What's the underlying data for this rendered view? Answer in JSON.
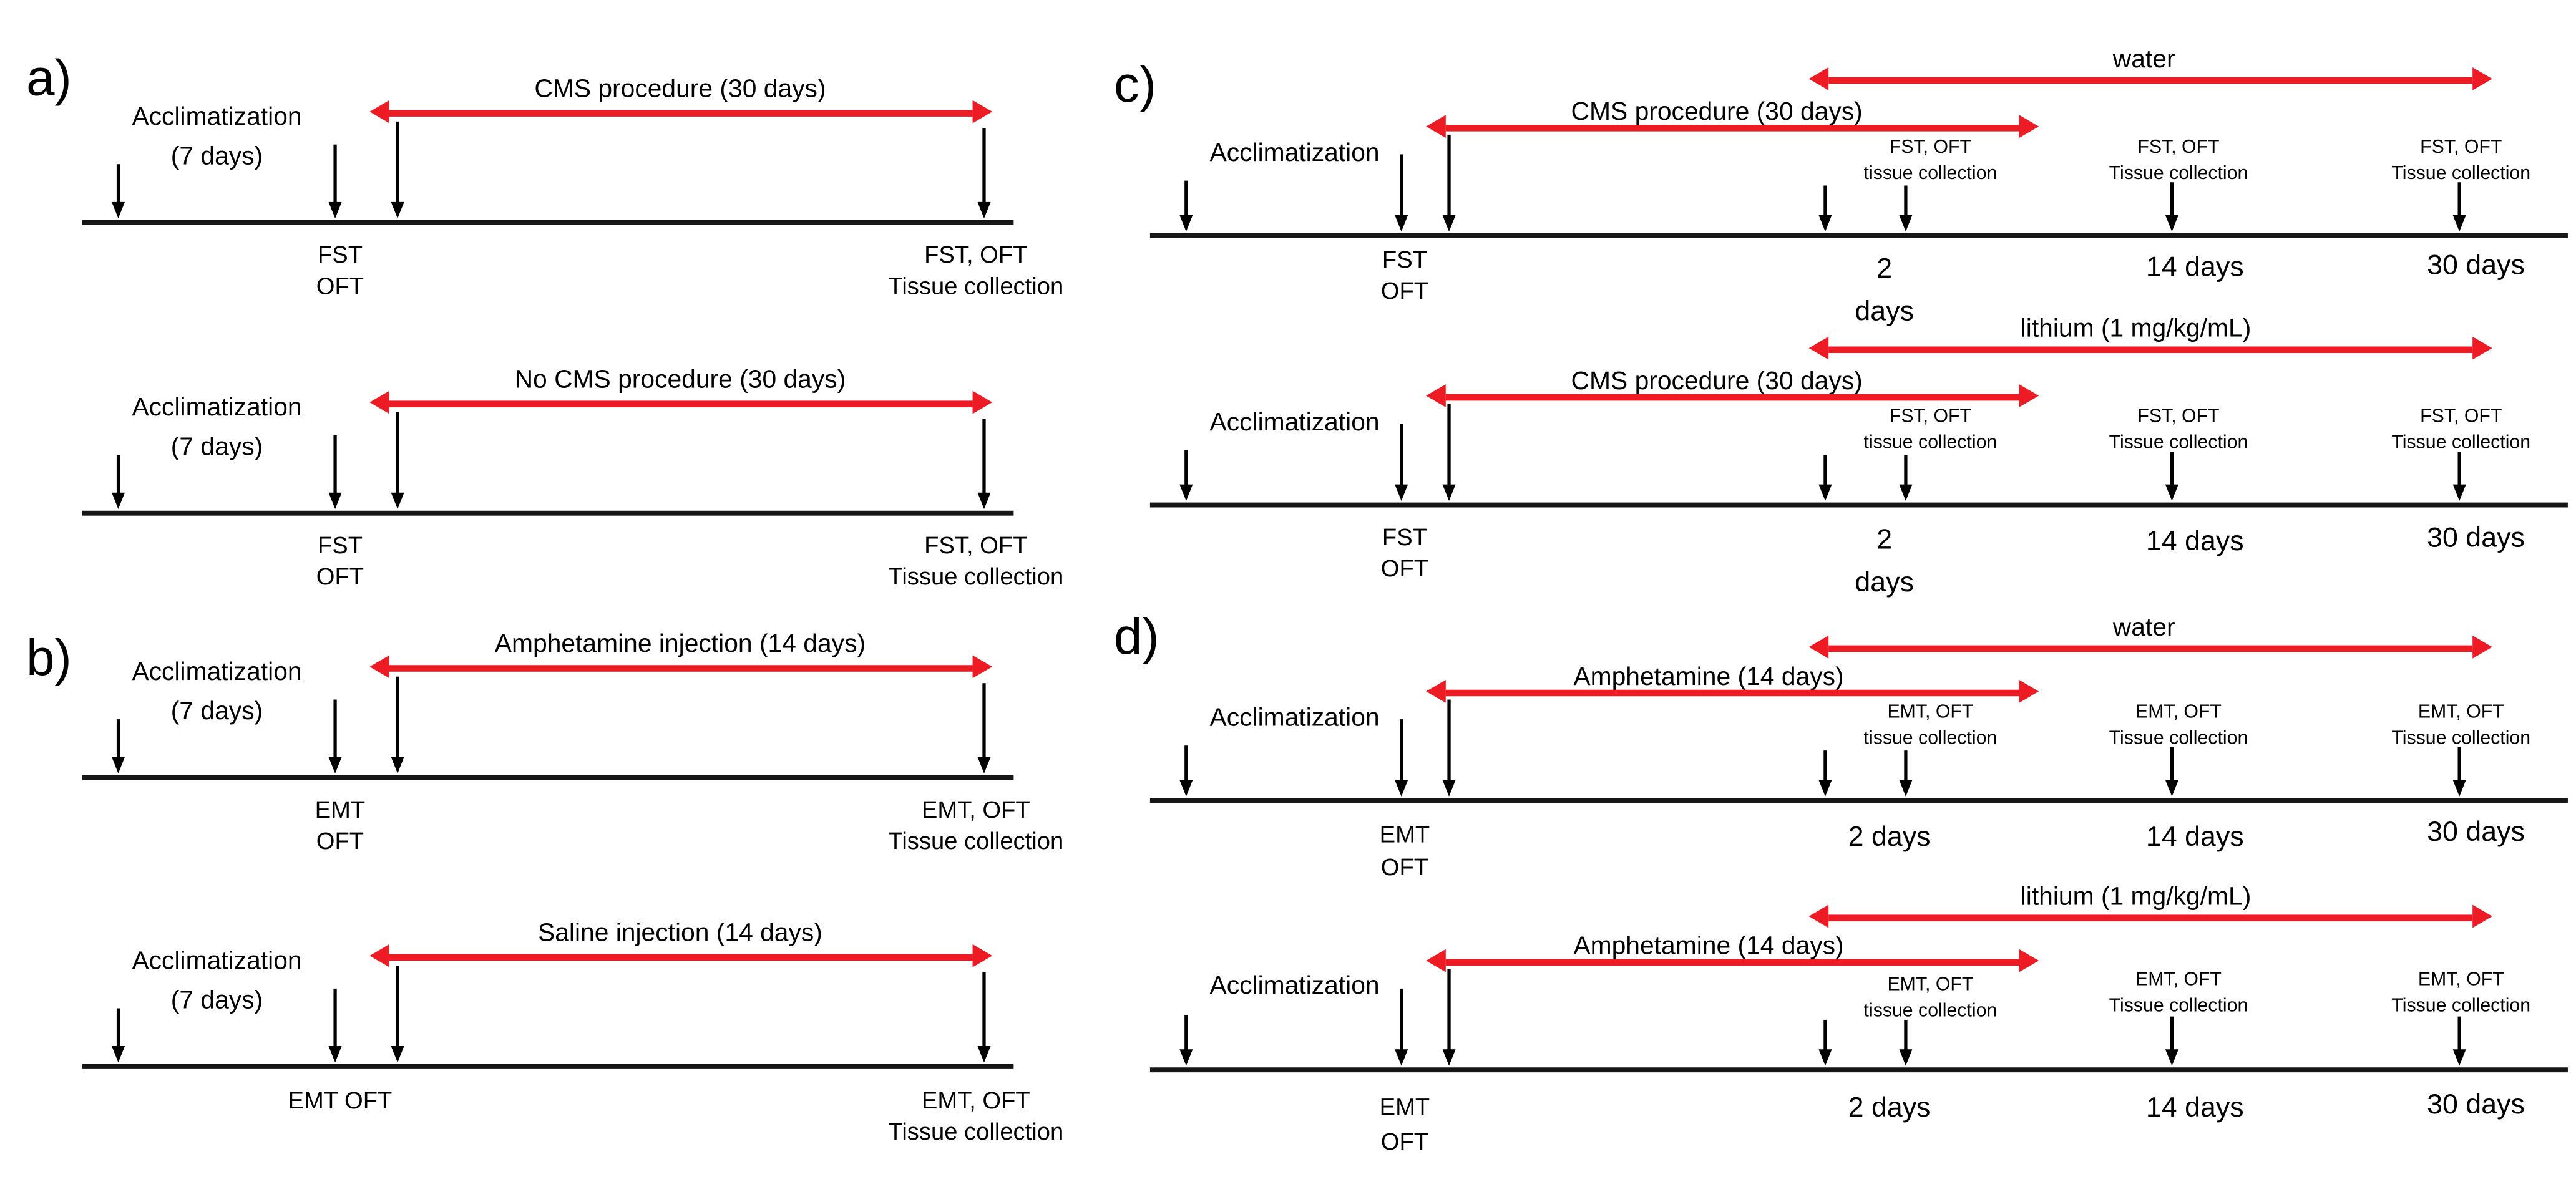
{
  "colors": {
    "procedure_arrow_red": "#ed1c24",
    "timeline_black": "#161616",
    "background": "#ffffff",
    "text": "#000000"
  },
  "panels": {
    "a": {
      "label": "a)",
      "timelines": [
        {
          "procedure": "CMS procedure  (30 days)",
          "accl1": "Acclimatization",
          "accl2": "(7 days)",
          "mid1": "FST",
          "mid2": "OFT",
          "end1": "FST, OFT",
          "end2": "Tissue collection"
        },
        {
          "procedure": "No CMS procedure  (30 days)",
          "accl1": "Acclimatization",
          "accl2": "(7 days)",
          "mid1": "FST",
          "mid2": "OFT",
          "end1": "FST, OFT",
          "end2": "Tissue collection"
        }
      ]
    },
    "b": {
      "label": "b)",
      "timelines": [
        {
          "procedure": "Amphetamine injection (14 days)",
          "accl1": "Acclimatization",
          "accl2": "(7 days)",
          "mid1": "EMT",
          "mid2": "OFT",
          "end1": "EMT, OFT",
          "end2": "Tissue collection"
        },
        {
          "procedure": "Saline injection (14 days)",
          "accl1": "Acclimatization",
          "accl2": "(7 days)",
          "mid_single": "EMT OFT",
          "end1": "EMT, OFT",
          "end2": "Tissue collection"
        }
      ]
    },
    "c": {
      "label": "c)",
      "timelines": [
        {
          "top_procedure": "water",
          "procedure": "CMS procedure  (30 days)",
          "accl": "Acclimatization",
          "col1": [
            "FST, OFT",
            "tissue collection"
          ],
          "col2": [
            "FST, OFT",
            "Tissue collection"
          ],
          "col3": [
            "FST, OFT",
            "Tissue collection"
          ],
          "mid": [
            "FST",
            "OFT"
          ],
          "t2": [
            "2",
            "days"
          ],
          "t14": "14 days",
          "t30": "30 days"
        },
        {
          "top_procedure": "lithium (1 mg/kg/mL)",
          "procedure": "CMS procedure  (30 days)",
          "accl": "Acclimatization",
          "col1": [
            "FST, OFT",
            "tissue collection"
          ],
          "col2": [
            "FST, OFT",
            "Tissue collection"
          ],
          "col3": [
            "FST, OFT",
            "Tissue collection"
          ],
          "mid": [
            "FST",
            "OFT"
          ],
          "t2": [
            "2",
            "days"
          ],
          "t14": "14 days",
          "t30": "30 days"
        }
      ]
    },
    "d": {
      "label": "d)",
      "timelines": [
        {
          "top_procedure": "water",
          "procedure": "Amphetamine (14 days)",
          "accl": "Acclimatization",
          "col1": [
            "EMT, OFT",
            "tissue collection"
          ],
          "col2": [
            "EMT, OFT",
            "Tissue collection"
          ],
          "col3": [
            "EMT, OFT",
            "Tissue collection"
          ],
          "mid": [
            "EMT",
            "OFT"
          ],
          "t2": "2 days",
          "t14": "14 days",
          "t30": "30 days"
        },
        {
          "top_procedure": "lithium (1 mg/kg/mL)",
          "procedure": "Amphetamine (14 days)",
          "accl": "Acclimatization",
          "col1": [
            "EMT, OFT",
            "tissue collection"
          ],
          "col2": [
            "EMT, OFT",
            "Tissue collection"
          ],
          "col3": [
            "EMT, OFT",
            "Tissue collection"
          ],
          "mid": [
            "EMT",
            "OFT"
          ],
          "t2": "2 days",
          "t14": "14 days",
          "t30": "30 days"
        }
      ]
    }
  }
}
